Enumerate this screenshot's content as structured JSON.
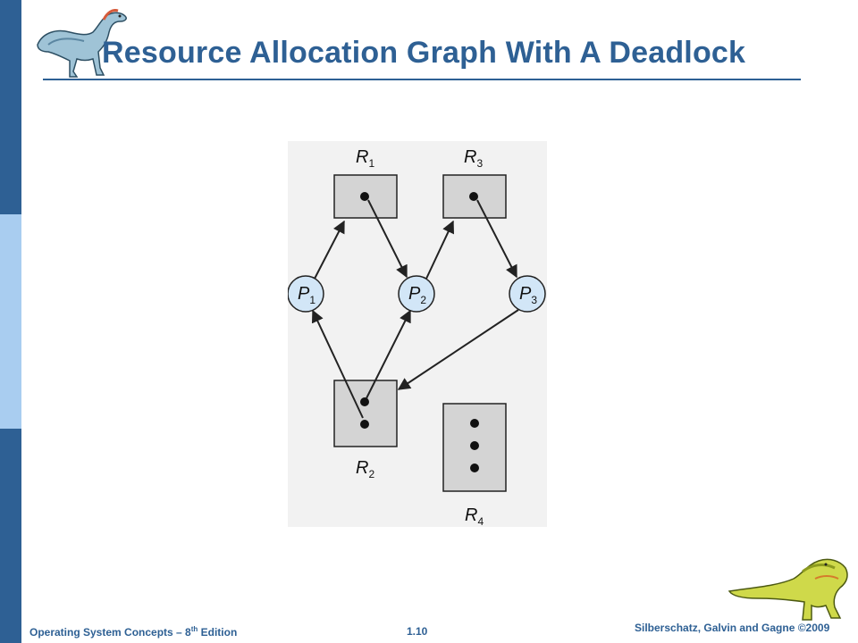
{
  "slide": {
    "title": "Resource Allocation Graph With A Deadlock",
    "page_number": "1.10",
    "footer_left_prefix": "Operating System Concepts – 8",
    "footer_left_sup": "th",
    "footer_left_suffix": " Edition",
    "footer_right": "Silberschatz, Galvin and Gagne ©2009"
  },
  "diagram": {
    "resources": [
      {
        "name": "R",
        "sub": "1",
        "instances": 1
      },
      {
        "name": "R",
        "sub": "3",
        "instances": 1
      },
      {
        "name": "R",
        "sub": "2",
        "instances": 2
      },
      {
        "name": "R",
        "sub": "4",
        "instances": 3
      }
    ],
    "processes": [
      {
        "name": "P",
        "sub": "1"
      },
      {
        "name": "P",
        "sub": "2"
      },
      {
        "name": "P",
        "sub": "3"
      }
    ],
    "edges": [
      {
        "from": "P1",
        "to": "R1",
        "kind": "request"
      },
      {
        "from": "R1",
        "to": "P2",
        "kind": "assignment"
      },
      {
        "from": "P2",
        "to": "R3",
        "kind": "request"
      },
      {
        "from": "R3",
        "to": "P3",
        "kind": "assignment"
      },
      {
        "from": "P3",
        "to": "R2",
        "kind": "request"
      },
      {
        "from": "R2",
        "to": "P1",
        "kind": "assignment"
      },
      {
        "from": "R2",
        "to": "P2",
        "kind": "assignment"
      }
    ],
    "colors": {
      "background": "#f2f2f2",
      "resource_fill": "#d4d4d4",
      "process_fill": "#d2e6f7",
      "stroke": "#222222",
      "accent": "#2e6094"
    }
  }
}
